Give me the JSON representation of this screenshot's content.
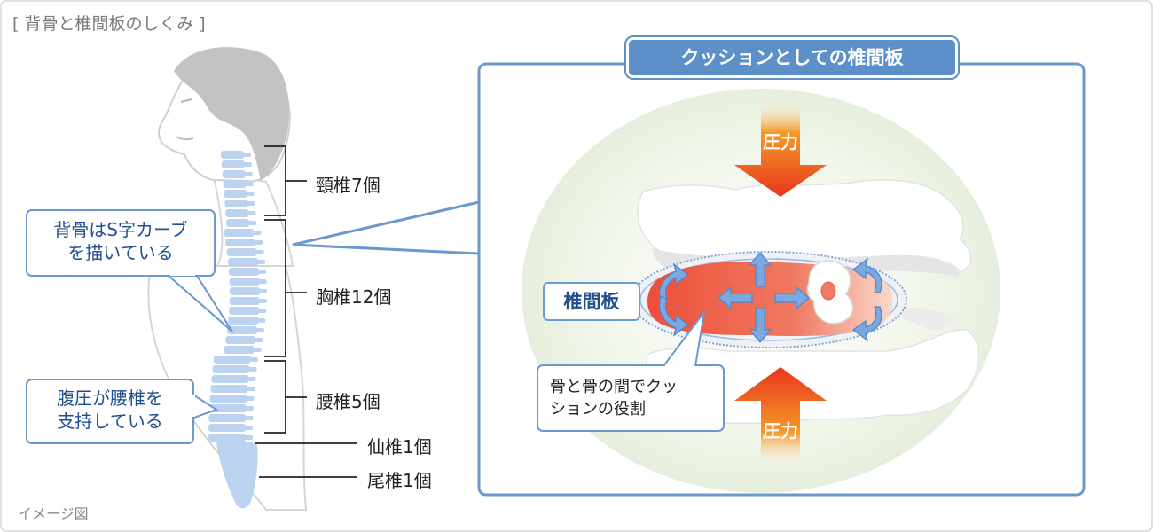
{
  "title": "[ 背骨と椎間板のしくみ ]",
  "caption": "イメージ図",
  "vertebra_labels": {
    "cervical": "頸椎7個",
    "thoracic": "胸椎12個",
    "lumbar": "腰椎5個",
    "sacrum": "仙椎1個",
    "coccyx": "尾椎1個"
  },
  "callouts": {
    "s_curve": [
      "背骨はS字カーブ",
      "を描いている"
    ],
    "abdominal": [
      "腹圧が腰椎を",
      "支持している"
    ],
    "cushion": [
      "骨と骨の間でクッ",
      "ションの役割"
    ]
  },
  "panel": {
    "title": "クッションとしての椎間板",
    "disc_label": "椎間板",
    "pressure_top": "圧力",
    "pressure_bottom": "圧力"
  },
  "colors": {
    "accent_blue": "#5d8fc9",
    "disc_red": "#f0604a",
    "pressure_orange": "#f07a1e",
    "spine_blue": "#bcd3ef",
    "body_gray": "#c9c9c9"
  }
}
